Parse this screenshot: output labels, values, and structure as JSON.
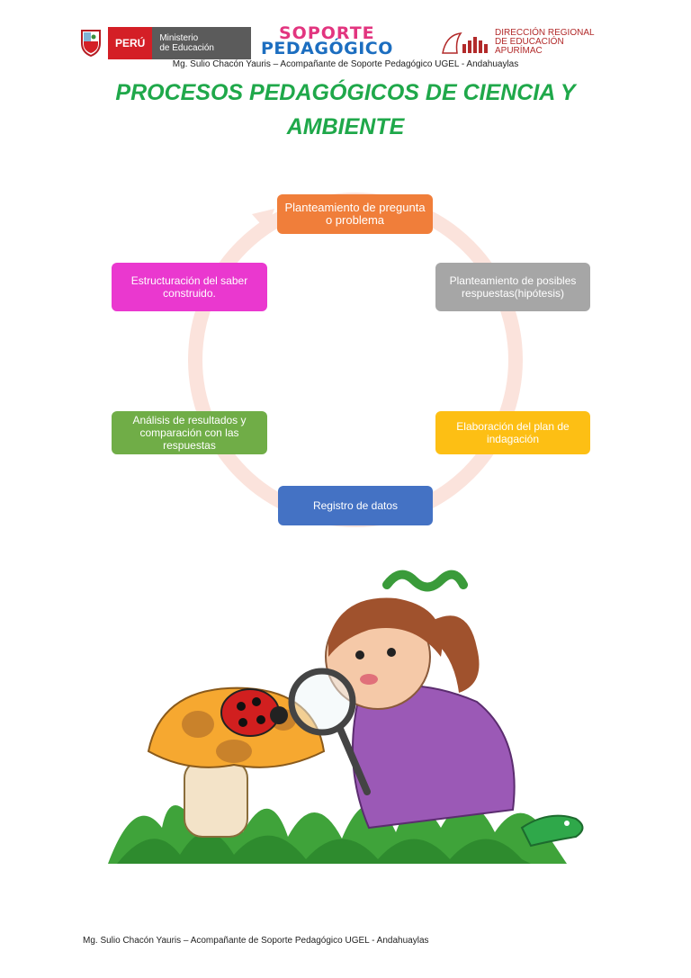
{
  "header": {
    "minedu": {
      "country": "PERÚ",
      "ministry_line1": "Ministerio",
      "ministry_line2": "de Educación"
    },
    "soporte": {
      "line1": "SOPORTE",
      "line2": "PEDAGÓGICO"
    },
    "dre": {
      "line1": "DIRECCIÓN REGIONAL",
      "line2": "DE EDUCACIÓN",
      "line3": "APURÍMAC"
    },
    "author_line": "Mg. Sulio Chacón Yauris – Acompañante de Soporte Pedagógico UGEL - Andahuaylas"
  },
  "title": {
    "line1": "PROCESOS PEDAGÓGICOS DE CIENCIA Y",
    "line2": "AMBIENTE"
  },
  "cycle": {
    "steps": [
      {
        "label": "Planteamiento de pregunta o problema",
        "color": "#f07e3a"
      },
      {
        "label": "Planteamiento de posibles respuestas(hipótesis)",
        "color": "#a6a6a6"
      },
      {
        "label": "Elaboración del plan de indagación",
        "color": "#fdbf14"
      },
      {
        "label": "Registro de datos",
        "color": "#4472c4"
      },
      {
        "label": "Análisis de resultados y comparación con las respuestas",
        "color": "#70ad47"
      },
      {
        "label": "Estructuración del saber construido.",
        "color": "#ea38cf"
      }
    ],
    "ring_color": "#f8d5cc"
  },
  "footer": {
    "text": "Mg.  Sulio Chacón Yauris – Acompañante de Soporte Pedagógico UGEL - Andahuaylas"
  }
}
